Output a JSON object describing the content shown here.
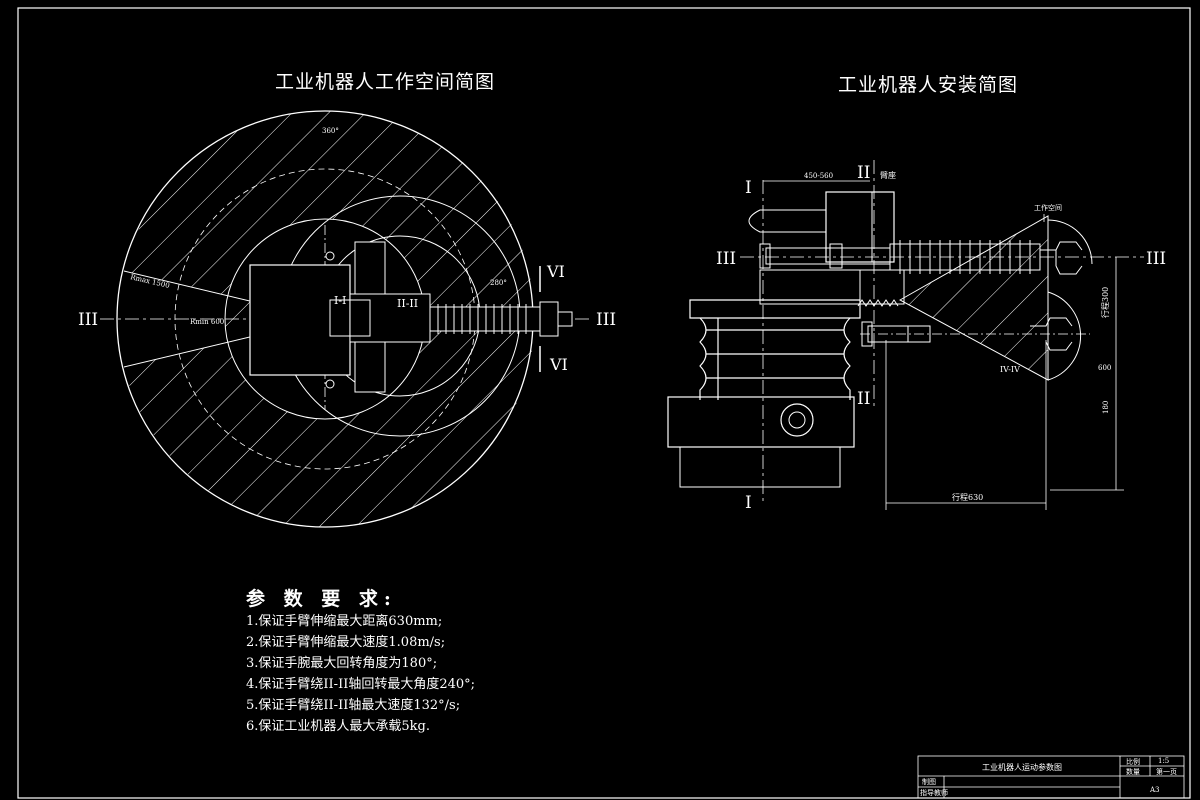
{
  "drawing": {
    "left_title": "工业机器人工作空间简图",
    "right_title": "工业机器人安装简图",
    "section_marks": {
      "s1": "I",
      "s2": "II",
      "s3": "III",
      "s4": "IV-IV",
      "s6": "VI",
      "s12": "I-I",
      "s22": "II-II"
    },
    "left_labels": {
      "angle_top": "360°",
      "angle_right": "280°",
      "rmax": "Rmax 1500",
      "rmin": "Rmin 600"
    },
    "right_labels": {
      "dim_top": "450-560",
      "brand": "臂座",
      "work_space": "工作空间",
      "stroke_v": "行程300",
      "dim_v2": "180",
      "dim_v3": "600",
      "stroke_h": "行程630"
    }
  },
  "requirements": {
    "heading": "参 数 要 求:",
    "items": [
      "1.保证手臂伸缩最大距离630mm;",
      "2.保证手臂伸缩最大速度1.08m/s;",
      "3.保证手腕最大回转角度为180°;",
      "4.保证手臂绕II-II轴回转最大角度240°;",
      "5.保证手臂绕II-II轴最大速度132°/s;",
      "6.保证工业机器人最大承载5kg."
    ]
  },
  "title_block": {
    "name": "工业机器人运动参数图",
    "scale_label": "比例",
    "scale_value": "1:5",
    "qty_label": "数量",
    "qty_value": "第一页",
    "drawn_label": "制图",
    "check_label": "指导教师",
    "sheet": "A3"
  }
}
